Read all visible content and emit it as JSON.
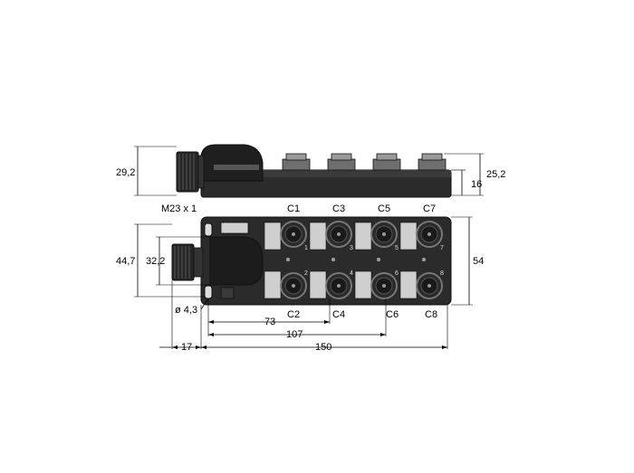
{
  "dimensions": {
    "height_side": "29,2",
    "height_top_side": "25,2",
    "height_body_side": "16",
    "connector_thread": "M23 x 1",
    "height_front": "44,7",
    "height_front_inner": "32,2",
    "width_front": "54",
    "hole_diameter": "ø 4,3",
    "dist_73": "73",
    "dist_107": "107",
    "dist_17": "17",
    "length_total": "150"
  },
  "ports": {
    "top": [
      "C1",
      "C3",
      "C5",
      "C7"
    ],
    "bottom": [
      "C2",
      "C4",
      "C6",
      "C8"
    ]
  },
  "port_numbers": {
    "top": [
      "1",
      "3",
      "5",
      "7"
    ],
    "bottom": [
      "2",
      "4",
      "6",
      "8"
    ]
  },
  "colors": {
    "housing": "#2b2b2b",
    "housing_edge": "#111111",
    "connector_dark": "#1c1c1c",
    "label_field": "#cfcfcf",
    "port_ring": "#777777",
    "line": "#000000"
  }
}
